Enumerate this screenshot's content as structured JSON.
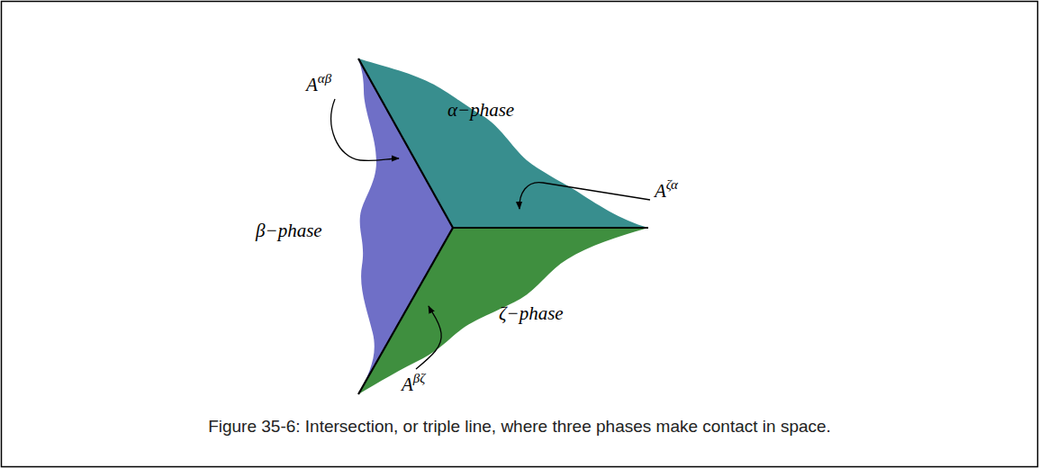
{
  "diagram": {
    "caption": "Figure 35-6: Intersection, or triple line, where three phases make contact in space.",
    "labels": [
      "Aαβ",
      "α−phase",
      "Aζα",
      "β−phase",
      "ζ−phase",
      "Aβζ"
    ]
  }
}
